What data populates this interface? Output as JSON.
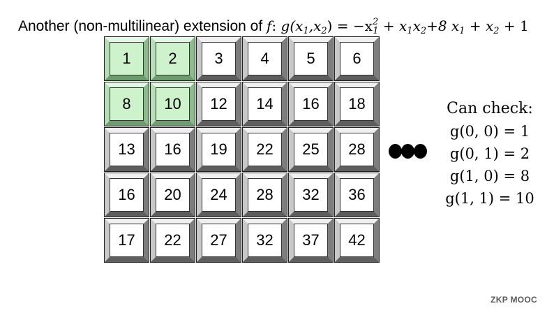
{
  "title": {
    "prefix": "Another (non-multilinear) extension of",
    "f": "f",
    "colon": ":",
    "g_open": "g(x",
    "s1": "1",
    "comma": ",x",
    "s2": "2",
    "eq": ") = −x",
    "s1b": "1",
    "sup2": "2",
    "plus_x": " + x",
    "s1c": "1",
    "x_b": "x",
    "s2b": "2",
    "plus8": "+8 x",
    "s1d": "1",
    "plus_x2": " +  x",
    "s2c": "2",
    "tail": " + 1"
  },
  "grid": {
    "rows": [
      [
        "1",
        "2",
        "3",
        "4",
        "5",
        "6"
      ],
      [
        "8",
        "10",
        "12",
        "14",
        "16",
        "18"
      ],
      [
        "13",
        "16",
        "19",
        "22",
        "25",
        "28"
      ],
      [
        "16",
        "20",
        "24",
        "28",
        "32",
        "36"
      ],
      [
        "17",
        "22",
        "27",
        "32",
        "37",
        "42"
      ]
    ],
    "highlighted": [
      [
        0,
        0
      ],
      [
        0,
        1
      ],
      [
        1,
        0
      ],
      [
        1,
        1
      ]
    ],
    "highlight_color": "#cef2cc"
  },
  "checks": {
    "heading": "Can check:",
    "lines": [
      "g(0, 0) = 1",
      "g(0, 1) = 2",
      "g(1, 0) = 8",
      "g(1, 1) = 10"
    ]
  },
  "footer": "ZKP MOOC"
}
